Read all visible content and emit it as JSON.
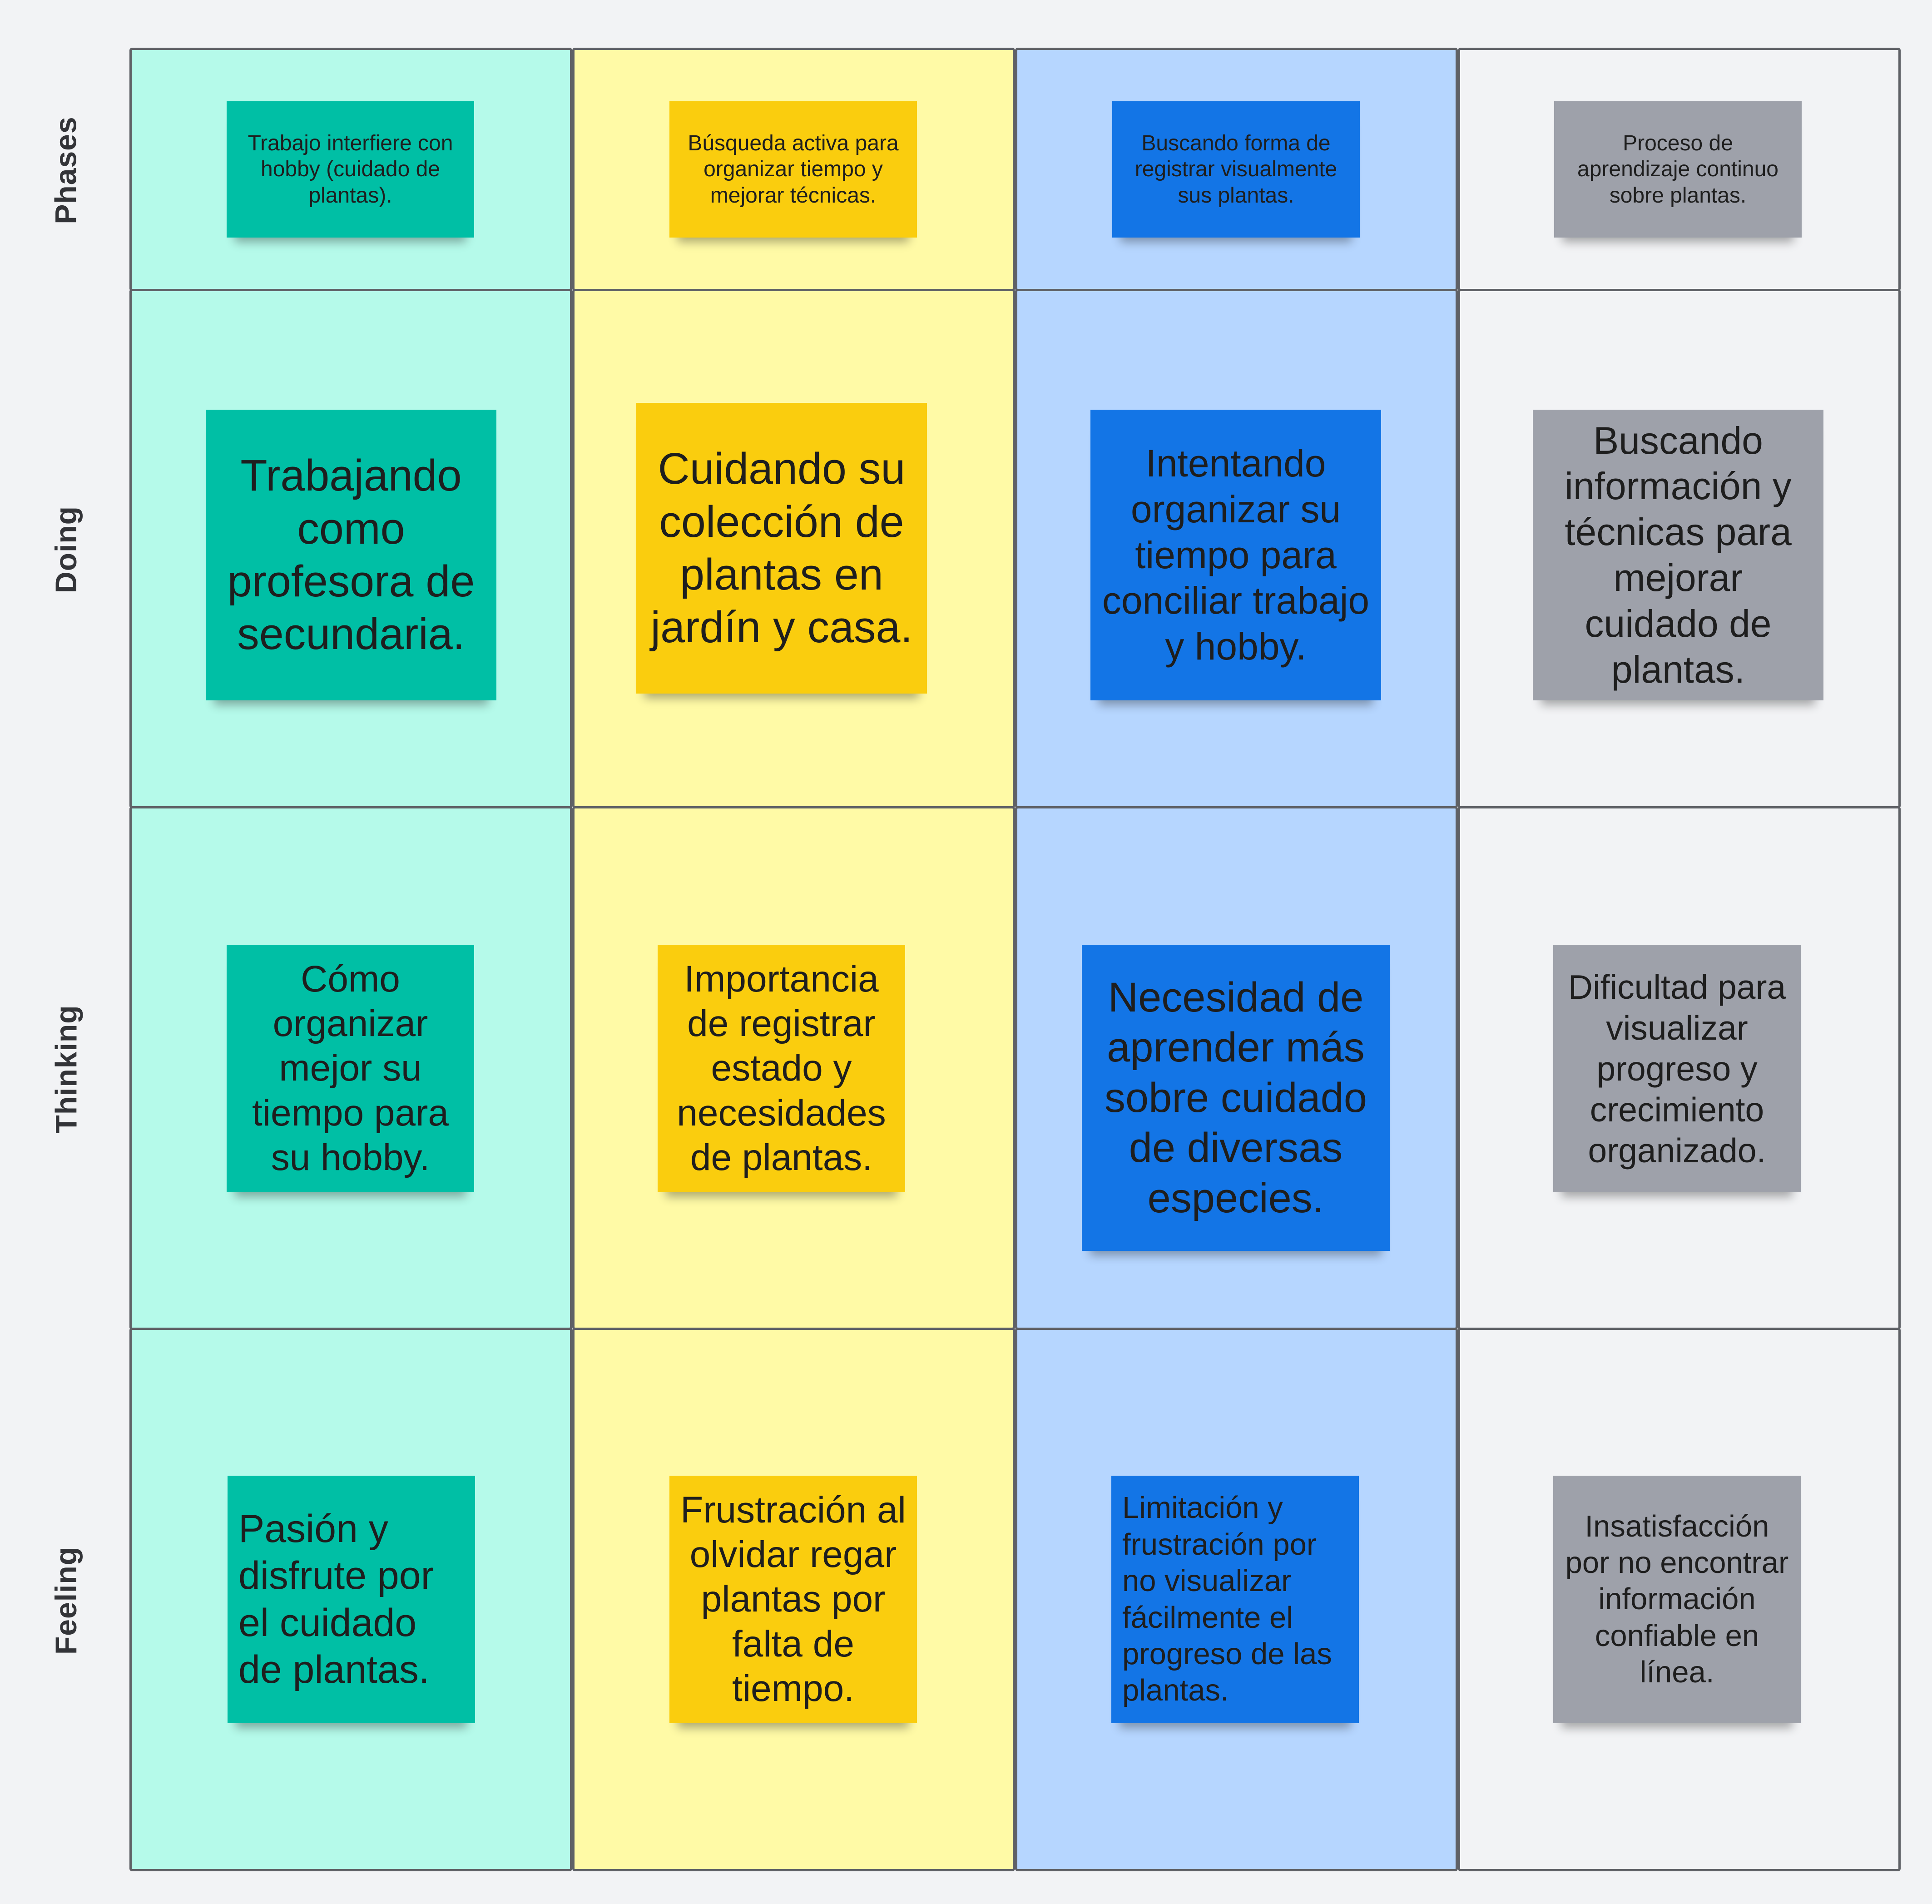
{
  "board": {
    "colors": {
      "teal_column": "#b5faea",
      "yellow_column": "#fffaa6",
      "blue_column": "#b6d6ff",
      "gray_column": "#f2f3f5",
      "teal_note": "#00bfa5",
      "yellow_note": "#facd0e",
      "blue_note": "#1375e6",
      "gray_note": "#9ea1aa"
    },
    "rows": {
      "phases": "Phases",
      "doing": "Doing",
      "thinking": "Thinking",
      "feeling": "Feeling"
    },
    "notes": {
      "phases": [
        "Trabajo interfiere con hobby (cuidado de plantas).",
        "Búsqueda activa para organizar tiempo y mejorar técnicas.",
        "Buscando forma de registrar visualmente sus plantas.",
        "Proceso de aprendizaje continuo sobre plantas."
      ],
      "doing": [
        "Trabajando como profesora de secundaria.",
        "Cuidando su colección de plantas en jardín y casa.",
        "Intentando organizar su tiempo para conciliar trabajo y hobby.",
        "Buscando información y técnicas para mejorar cuidado de plantas."
      ],
      "thinking": [
        "Cómo organizar mejor su tiempo para su hobby.",
        "Importancia de registrar estado y necesidades de plantas.",
        "Necesidad de aprender más sobre cuidado de diversas especies.",
        "Dificultad para visualizar progreso y crecimiento organizado."
      ],
      "feeling": [
        "Pasión y disfrute por el cuidado de plantas.",
        "Frustración al olvidar regar plantas por falta de tiempo.",
        "Limitación y frustración por no visualizar fácilmente el progreso de las plantas.",
        "Insatisfacción por no encontrar información confiable en línea."
      ]
    }
  }
}
